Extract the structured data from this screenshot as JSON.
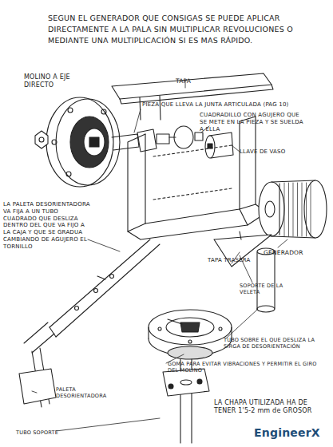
{
  "diagram": {
    "labels": [
      "SEGUN EL GENERADOR QUE CONSIGAS SE PUEDE APLICAR DIRECTAMENTE A LA PALA SIN MULTIPLICAR REVOLUCIONES O MEDIANTE UNA MULTIPLICACIÓN SI ES MAS RÁPIDO.",
      "MOLINO A EJE DIRECTO",
      "TAPA",
      "PIEZA QUE LLEVA LA JUNTA ARTICULADA (PAG 10)",
      "CUADRADILLO CON AGUJERO QUE SE METE EN LA PIEZA Y SE SUELDA A ELLA",
      "LLAVE DE VASO",
      "GENERADOR",
      "TAPA TRASERA",
      "LA PALETA DESORIENTADORA VA FIJA A UN TUBO CUADRADO QUE DESLIZA DENTRO DEL QUE VA FIJO A LA CAJA Y QUE SE GRADUA CAMBIANDO DE AGUJERO EL TORNILLO",
      "SOPORTE DE LA VELETA",
      "TUBO SOBRE EL QUE DESLIZA LA SIRGA DE DESORIENTACIÓN",
      "GOMA PARA EVITAR VIBRACIONES Y PERMITIR EL GIRO DEL MOLINO",
      "PALETA DESORIENTADORA",
      "TUBO SOPORTE",
      "LA CHAPA UTILIZADA HA DE TENER 1'5-2 mm de GROSOR",
      "EngineerX"
    ]
  }
}
